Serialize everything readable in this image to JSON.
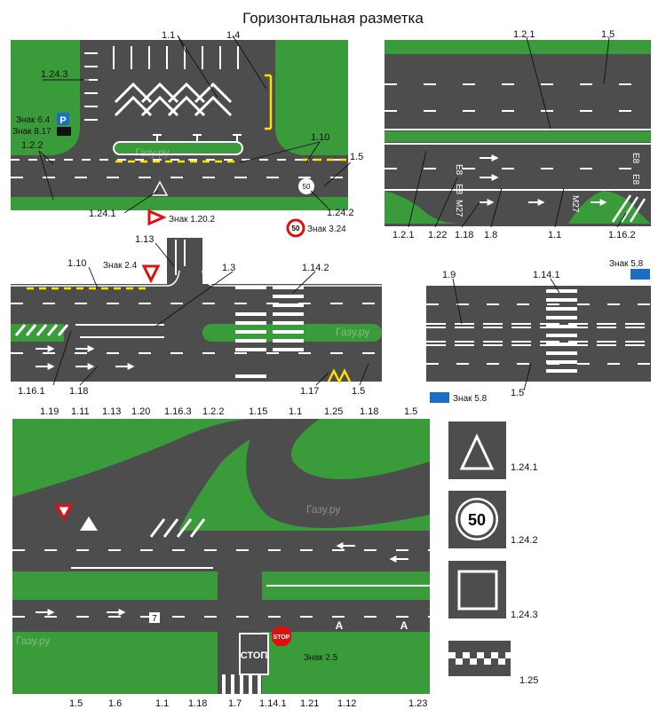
{
  "title": "Горизонтальная разметка",
  "watermark": "Газу.ру",
  "panel1": {
    "l1_1": "1.1",
    "l1_4": "1.4",
    "l1_24_3": "1.24.3",
    "sign6_4": "Знак 6.4",
    "sign8_17": "Знак 8.17",
    "l1_2_2": "1.2.2",
    "l1_10": "1.10",
    "l1_5": "1.5",
    "l1_24_1": "1.24.1",
    "l1_24_2": "1.24.2",
    "sign1_20_2": "Знак 1.20.2",
    "sign3_24": "Знак 3.24",
    "speed": "50",
    "parking": "P"
  },
  "panel2": {
    "l1_2_1a": "1.2.1",
    "l1_5": "1.5",
    "l1_2_1b": "1.2.1",
    "l1_22": "1.22",
    "l1_18": "1.18",
    "l1_8": "1.8",
    "l1_1": "1.1",
    "l1_16_2": "1.16.2",
    "e8a": "E8",
    "e8b": "E8",
    "e8c": "E8",
    "e8d": "E8",
    "m27a": "M27",
    "m27b": "M27"
  },
  "panel3": {
    "l1_13": "1.13",
    "sign2_4": "Знак 2.4",
    "l1_10": "1.10",
    "l1_3": "1.3",
    "l1_14_2": "1.14.2",
    "l1_16_1": "1.16.1",
    "l1_18": "1.18",
    "l1_17": "1.17",
    "l1_5": "1.5"
  },
  "panel4": {
    "sign5_8a": "Знак 5.8",
    "l1_9": "1.9",
    "l1_14_1": "1.14.1",
    "l1_5": "1.5",
    "sign5_8b": "Знак 5.8"
  },
  "panel5": {
    "top_labels": [
      "1.19",
      "1.11",
      "1.13",
      "1.20",
      "1.16.3",
      "1.2.2",
      "1.15",
      "1.1",
      "1.25",
      "1.18",
      "1.5"
    ],
    "bottom_labels": [
      "1.5",
      "1.6",
      "1.1",
      "1.18",
      "1.7",
      "1.14.1",
      "1.21",
      "1.12",
      "1.23"
    ],
    "stop_word": "СТОП",
    "stop_sign": "STOP",
    "sign2_5": "Знак 2.5",
    "lane_num": "7",
    "letter_a": "А"
  },
  "legend": {
    "l1_24_1": "1.24.1",
    "l1_24_2": "1.24.2",
    "l1_24_3": "1.24.3",
    "l1_25": "1.25",
    "speed": "50"
  },
  "colors": {
    "road": "#4d4d4d",
    "grass": "#3a9b3a",
    "marking_white": "#ffffff",
    "marking_yellow": "#ffe100",
    "sign_red": "#e01010",
    "sign_blue": "#1a6fc4"
  }
}
